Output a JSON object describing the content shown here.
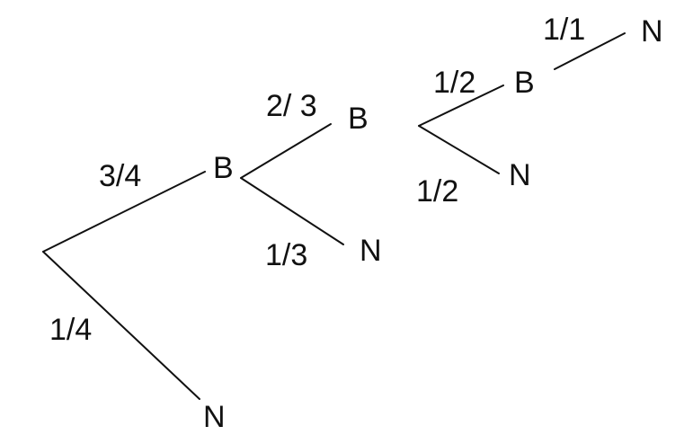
{
  "tree": {
    "nodes": {
      "b1": "B",
      "b2": "B",
      "b3": "B",
      "n1": "N",
      "n2": "N",
      "n3": "N",
      "n4": "N"
    },
    "probabilities": {
      "root_to_b1": "3/4",
      "root_to_n1": "1/4",
      "b1_to_b2": "2/ 3",
      "b1_to_n2": "1/3",
      "b2_to_b3": "1/2",
      "b2_to_n3": "1/2",
      "b3_to_n4": "1/1"
    }
  }
}
